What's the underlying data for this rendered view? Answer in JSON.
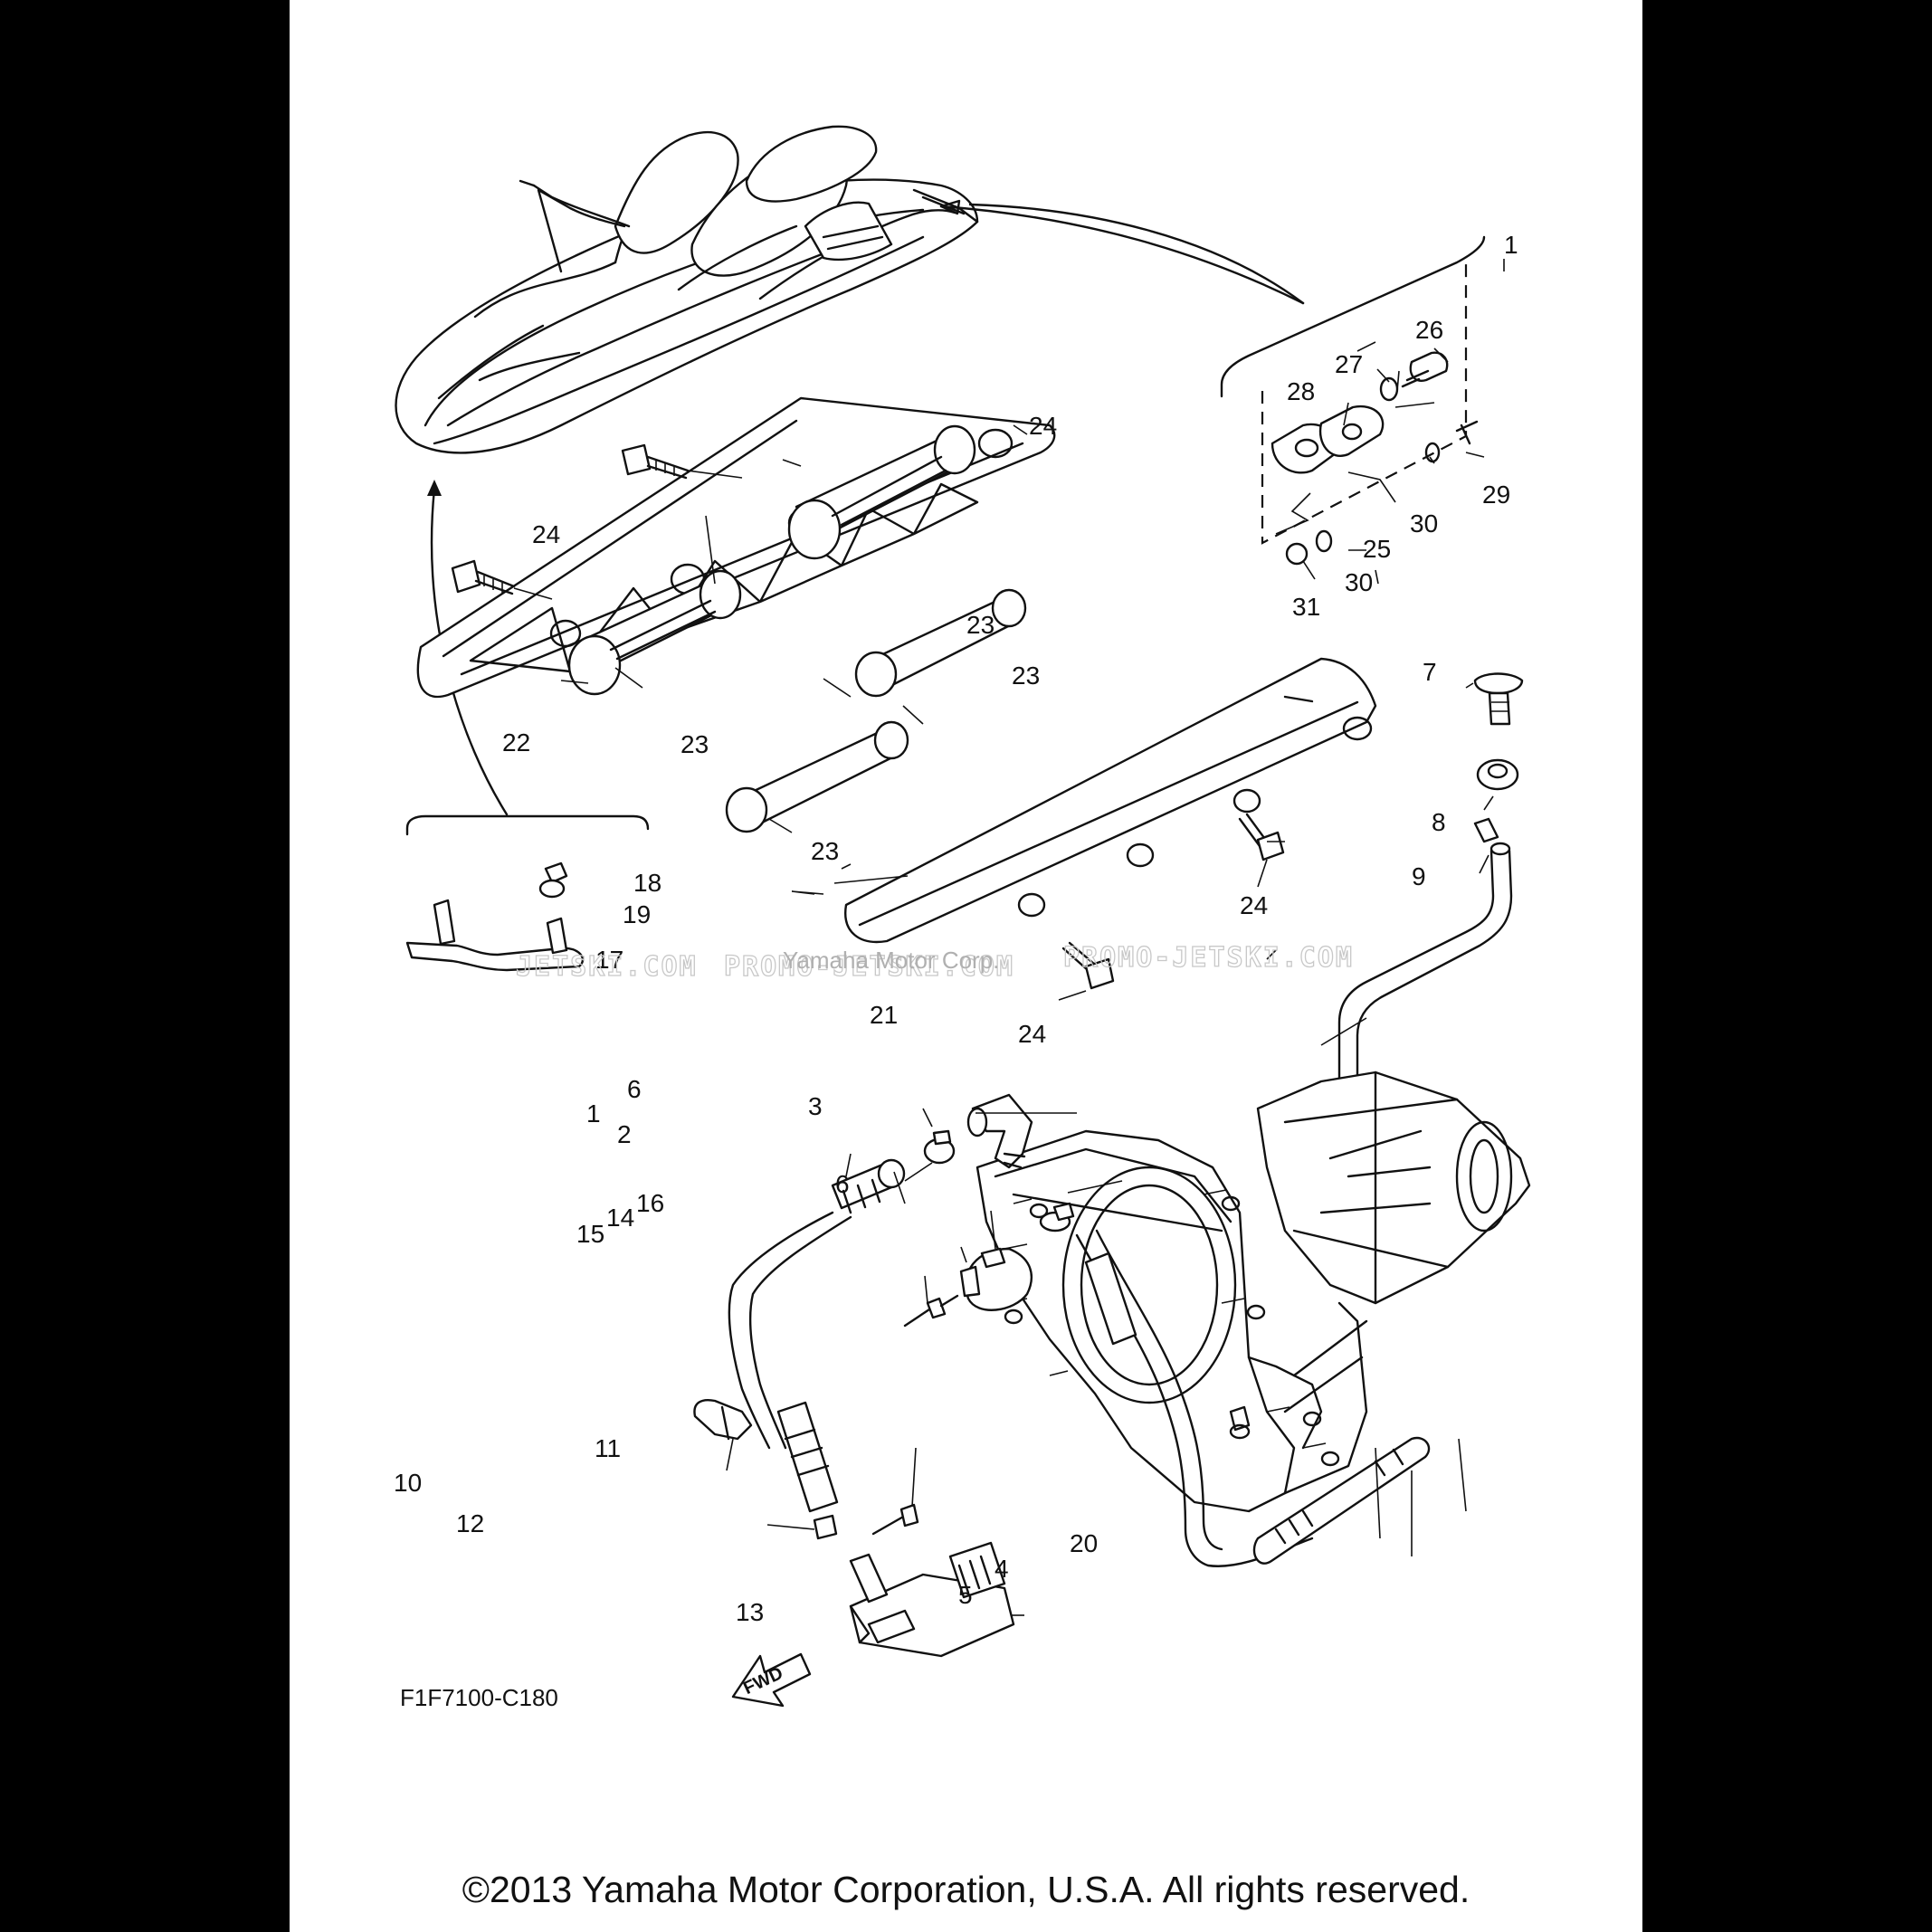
{
  "diagram": {
    "figure_code": "F1F7100-C180",
    "direction_arrow": {
      "label": "FWD",
      "icon": "fwd-arrow-icon"
    },
    "callouts": [
      "1",
      "2",
      "3",
      "4",
      "5",
      "6",
      "6",
      "7",
      "8",
      "9",
      "10",
      "11",
      "12",
      "13",
      "14",
      "15",
      "16",
      "17",
      "18",
      "19",
      "20",
      "21",
      "22",
      "23",
      "23",
      "23",
      "23",
      "24",
      "24",
      "24",
      "24",
      "25",
      "26",
      "27",
      "28",
      "29",
      "30",
      "30",
      "31",
      "1"
    ],
    "watermark": {
      "site_left": "JETSKI.COM",
      "site_center": "PROMO-JETSKI.COM",
      "site_right": "PROMO-JETSKI.COM",
      "overlay": "Yamaha Motor Corp."
    }
  },
  "footer": {
    "copyright": "©2013 Yamaha Motor Corporation, U.S.A. All rights reserved."
  }
}
